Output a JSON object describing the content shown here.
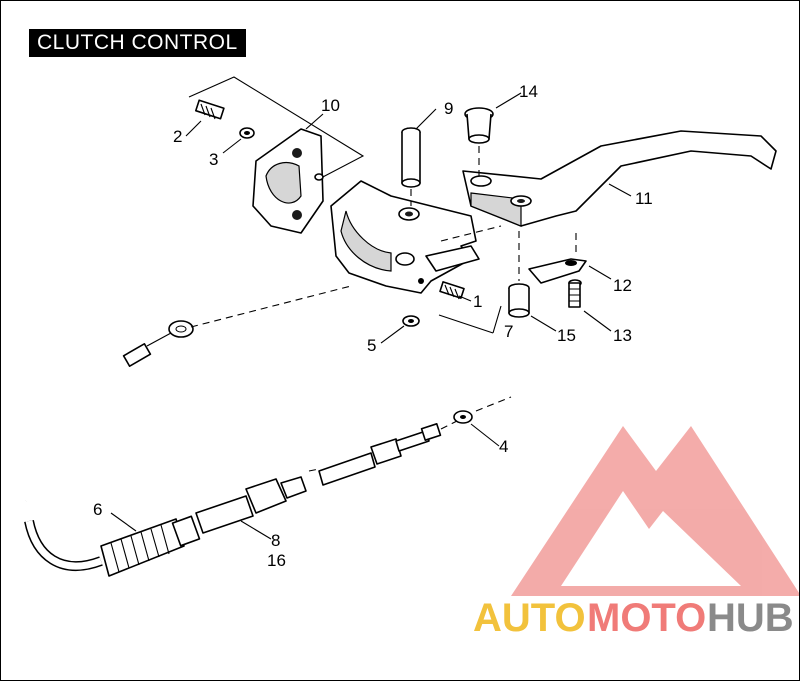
{
  "title": "CLUTCH CONTROL",
  "callouts": {
    "c1": "1",
    "c2": "2",
    "c3": "3",
    "c4": "4",
    "c5": "5",
    "c6": "6",
    "c7": "7",
    "c8": "8",
    "c9": "9",
    "c10": "10",
    "c11": "11",
    "c12": "12",
    "c13": "13",
    "c14": "14",
    "c15": "15",
    "c16": "16"
  },
  "watermark": {
    "part1": "AUTO",
    "part2": "MOTO",
    "part3": "HUB",
    "colors": {
      "auto": "#f2c23c",
      "moto": "#f07b78",
      "hub": "#8a8a8a",
      "logo": "#f0908d"
    }
  }
}
